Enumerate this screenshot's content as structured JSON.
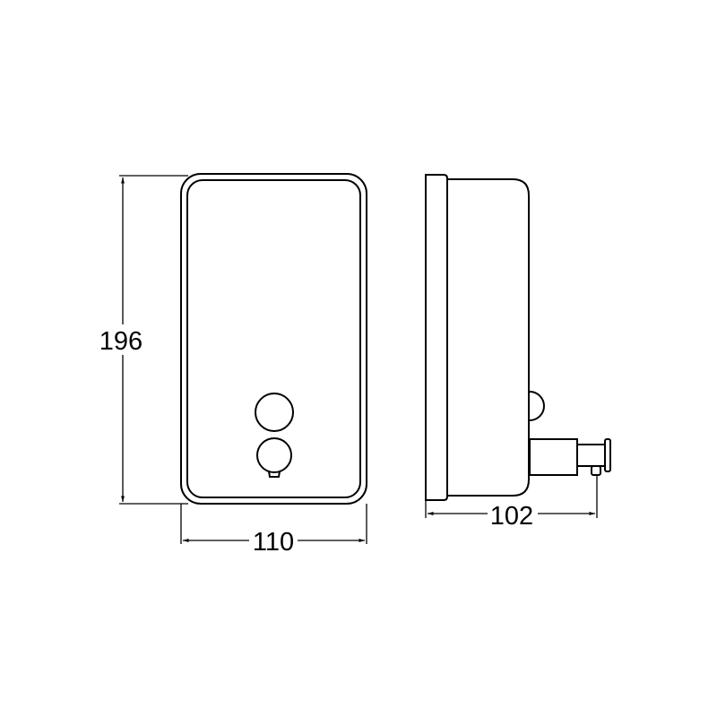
{
  "dimensions": {
    "height": "196",
    "width": "110",
    "depth": "102"
  },
  "colors": {
    "line": "#000000",
    "background": "#ffffff"
  }
}
